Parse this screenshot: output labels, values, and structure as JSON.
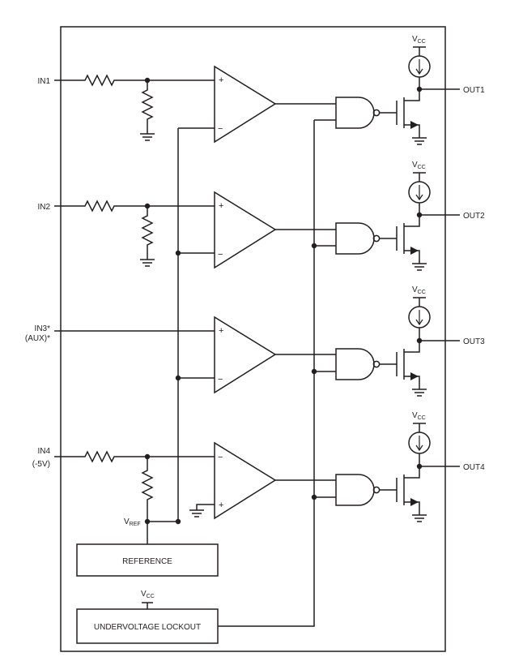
{
  "inputs": [
    {
      "label": "IN1"
    },
    {
      "label": "IN2"
    },
    {
      "label": "IN3*",
      "sub": "(AUX)*"
    },
    {
      "label": "IN4",
      "sub": "(-5V)"
    }
  ],
  "outputs": [
    "OUT1",
    "OUT2",
    "OUT3",
    "OUT4"
  ],
  "supply": {
    "main": "V",
    "sub": "CC"
  },
  "vref": {
    "main": "V",
    "sub": "REF"
  },
  "blocks": {
    "reference": "REFERENCE",
    "uvlo": "UNDERVOLTAGE LOCKOUT"
  },
  "comparator_signs": {
    "plus": "+",
    "minus": "−"
  }
}
